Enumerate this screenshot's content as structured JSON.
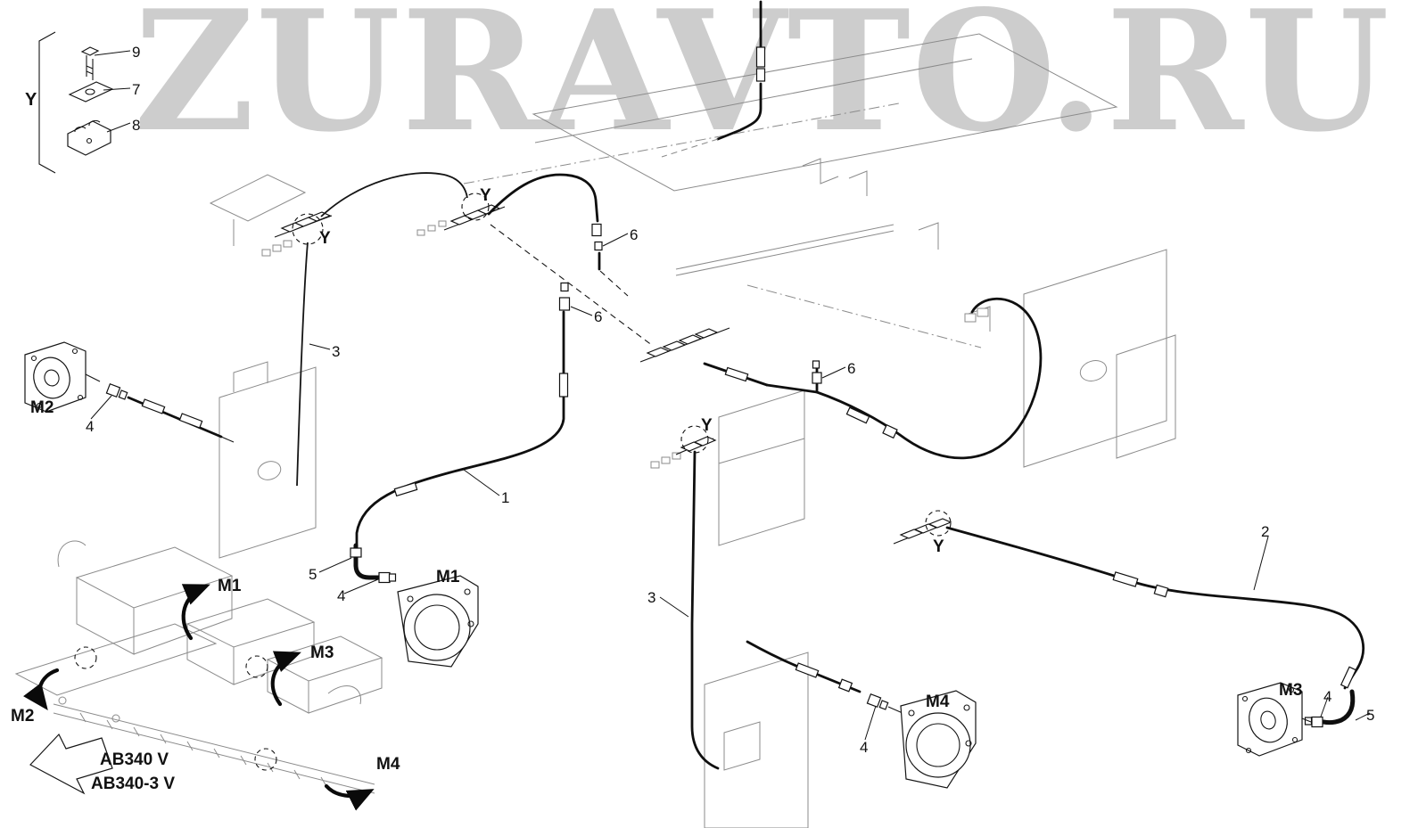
{
  "watermark": {
    "text": "ZURAVTO.RU"
  },
  "detail_view": {
    "view_label": "Y",
    "items": [
      {
        "ref": "9",
        "name": "bolt"
      },
      {
        "ref": "7",
        "name": "plate"
      },
      {
        "ref": "8",
        "name": "clamp-block"
      }
    ]
  },
  "view_markers": {
    "top_left": "Y",
    "top_center": "Y",
    "center": "Y",
    "right": "Y"
  },
  "part_refs": {
    "hose_1": "1",
    "hose_2": "2",
    "hose_3_left": "3",
    "hose_3_center": "3",
    "fitting_4_m2": "4",
    "fitting_4_m1": "4",
    "fitting_4_m4": "4",
    "fitting_4_m3": "4",
    "elbow_5_m1": "5",
    "elbow_5_m3": "5",
    "fitting_6_top": "6",
    "fitting_6_mid": "6",
    "fitting_6_right": "6"
  },
  "ports": {
    "m1": "M1",
    "m2": "M2",
    "m3": "M3",
    "m4": "M4"
  },
  "machine_inset": {
    "ports": {
      "m1": "M1",
      "m2": "M2",
      "m3": "M3",
      "m4": "M4"
    },
    "models": [
      "AB340 V",
      "AB340-3 V"
    ]
  }
}
